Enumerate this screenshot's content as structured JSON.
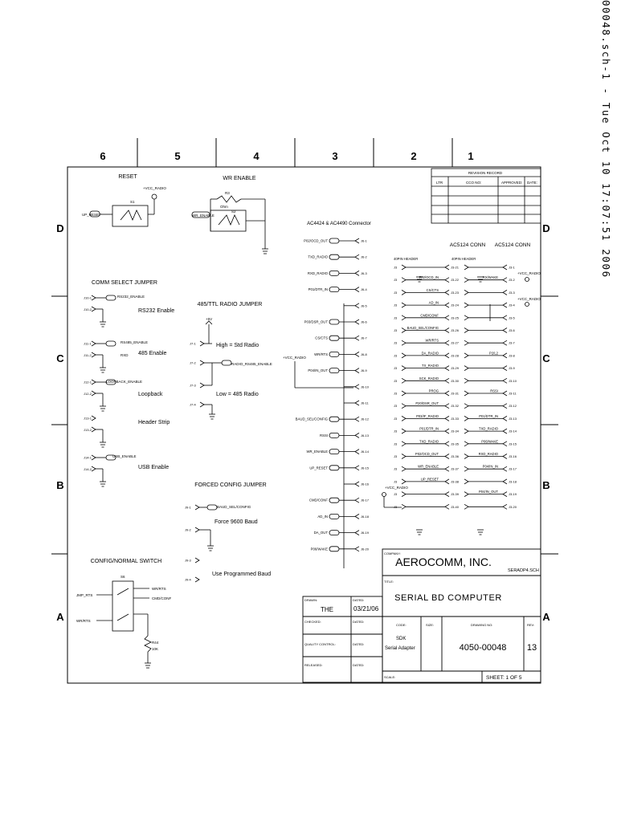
{
  "print_header": "00048.sch-1 - Tue Oct 10 17:07:51 2006",
  "border": {
    "columns": [
      "6",
      "5",
      "4",
      "3",
      "2",
      "1"
    ],
    "rows": [
      "D",
      "C",
      "B",
      "A"
    ]
  },
  "reset": {
    "title": "RESET",
    "vcc": "+VCC_RADIO",
    "switch_ref": "S1",
    "net": "UP_RESET"
  },
  "wr_enable": {
    "title": "WR ENABLE",
    "resistor_ref": "R3",
    "resistor_value": "Ohm",
    "switch_ref": "S2",
    "net": "WR_ENABLE"
  },
  "comm_select": {
    "title": "COMM SELECT JUMPER",
    "items": [
      {
        "jumper": "J10",
        "net": "RS232_ENABLE",
        "label": "RS232 Enable"
      },
      {
        "jumper": "J11",
        "net": "RS485_ENABLE",
        "net2": "RXD",
        "label": "485 Enable"
      },
      {
        "jumper": "J12",
        "net": "LOOPBACK_ENABLE",
        "label": "Loopback"
      },
      {
        "jumper": "J13",
        "label": "Header Strip"
      },
      {
        "jumper": "J14",
        "net": "USB_ENABLE",
        "label": "USB Enable"
      }
    ]
  },
  "radio_jumper": {
    "title": "485/TTL RADIO JUMPER",
    "supply": "+5V",
    "net": "RADIO_RS485_ENABLE",
    "label_high": "High = Std Radio",
    "label_low": "Low = 485 Radio",
    "pins": [
      "J7-1",
      "J7-2",
      "J7-3",
      "J7-4"
    ]
  },
  "forced_config": {
    "title": "FORCED CONFIG JUMPER",
    "net": "BAUD_SEL/CONFIG",
    "label_9600": "Force 9600 Baud",
    "label_programmed": "Use Programmed Baud",
    "pins": [
      "J9-1",
      "J9-2",
      "J9-3",
      "J9-4"
    ]
  },
  "config_switch": {
    "title": "CONFIG/NORMAL SWITCH",
    "switch_ref": "S6",
    "inputs": [
      "JMP_RTS",
      "WR/RTS"
    ],
    "outputs": [
      "WR/RTS",
      "CMD/CONF"
    ],
    "resistor_ref": "R44",
    "resistor_value": "10K"
  },
  "ac4424": {
    "title": "AC4424 & AC4490 Connector",
    "vcc": "+VCC_RADIO",
    "pins": [
      {
        "net": "P02/OCD_OUT",
        "pin": "J6-1"
      },
      {
        "net": "TXD_RADIO",
        "pin": "J6-2"
      },
      {
        "net": "RXD_RADIO",
        "pin": "J6-3"
      },
      {
        "net": "P01/DTR_IN",
        "pin": "J6-4"
      },
      {
        "net": "",
        "pin": "J6-5"
      },
      {
        "net": "P03/DSR_OUT",
        "pin": "J6-6"
      },
      {
        "net": "CS/CTS",
        "pin": "J6-7"
      },
      {
        "net": "WR/RTS",
        "pin": "J6-8"
      },
      {
        "net": "P04/IN_OUT",
        "pin": "J6-9"
      },
      {
        "net": "",
        "pin": "J6-10"
      },
      {
        "net": "",
        "pin": "J6-11"
      },
      {
        "net": "BAUD_SEL/CONFIG",
        "pin": "J6-12"
      },
      {
        "net": "RSSI",
        "pin": "J6-13"
      },
      {
        "net": "WR_ENABLE",
        "pin": "J6-14"
      },
      {
        "net": "UP_RESET",
        "pin": "J6-15"
      },
      {
        "net": "",
        "pin": "J6-16"
      },
      {
        "net": "CMD/CONF",
        "pin": "J6-17"
      },
      {
        "net": "AD_IN",
        "pin": "J6-18"
      },
      {
        "net": "DA_OUT",
        "pin": "J6-19"
      },
      {
        "net": "P06/WAKE",
        "pin": "J6-20"
      }
    ]
  },
  "ac5124": {
    "title_left": "AC5124 CONN",
    "title_right": "AC5124 CONN",
    "header_left": "40PIN HEADER",
    "header_right": "40PIN HEADER",
    "vcc": "+VCC_RADIO",
    "left_nets": [
      "",
      "P02/OCD_IN",
      "CS/CTS",
      "AD_IN",
      "CMD/CONF",
      "BAUD_SEL/CONFIG",
      "WR/RTS",
      "DA_RADIO",
      "TX_RADIO",
      "SCK_RADIO",
      "PROG",
      "P20/DSR_OUT",
      "P03/IF_RADIO",
      "P01/DTR_IN",
      "TXD_RADIO",
      "P02/OCD_OUT",
      "WR_ENABLE",
      "UP_RESET",
      "",
      ""
    ],
    "right_nets": [
      "",
      "RX/WAKE",
      "",
      "",
      "",
      "",
      "",
      "P2/L2",
      "",
      "",
      "RSSI",
      "",
      "P01/DTR_IN",
      "TXD_RADIO",
      "P06/WAKE",
      "RXD_RADIO",
      "P04/IN_IN",
      "",
      "P04/IN_OUT",
      ""
    ],
    "left_pins": [
      "J3-21",
      "J3-22",
      "J3-23",
      "J3-24",
      "J3-25",
      "J3-26",
      "J3-27",
      "J3-28",
      "J3-29",
      "J3-30",
      "J3-31",
      "J3-32",
      "J3-33",
      "J3-34",
      "J3-35",
      "J3-36",
      "J3-37",
      "J3-38",
      "J3-39",
      "J3-40"
    ],
    "right_pins": [
      "J3-1",
      "J3-2",
      "J3-3",
      "J3-4",
      "J3-5",
      "J3-6",
      "J3-7",
      "J3-8",
      "J3-9",
      "J3-10",
      "J3-11",
      "J3-12",
      "J3-13",
      "J3-14",
      "J3-15",
      "J3-16",
      "J3-17",
      "J3-18",
      "J3-19",
      "J3-20"
    ]
  },
  "revision_record": {
    "title": "REVISION RECORD",
    "columns": [
      "LTR",
      "CCO NO:",
      "APPROVED:",
      "DATE:"
    ]
  },
  "title_block": {
    "company_label": "COMPANY:",
    "company": "AEROCOMM, INC.",
    "file": "SERADP4.SCH",
    "title_label": "TITLE:",
    "title": "SERIAL BD COMPUTER",
    "drawn_label": "DRAWN:",
    "drawn": "THE",
    "dated_label": "DATED:",
    "dated": "03/21/06",
    "checked_label": "CHECKED:",
    "quality_label": "QUALITY CONTROL:",
    "released_label": "RELEASED:",
    "code_label": "CODE:",
    "code_lines": [
      "SDK",
      "Serial Adapter"
    ],
    "size_label": "SIZE:",
    "drawing_no_label": "DRAWING NO:",
    "drawing_no": "4050-00048",
    "rev_label": "REV:",
    "rev": "13",
    "scale_label": "SCALE:",
    "sheet": "SHEET:  1 OF  5"
  }
}
